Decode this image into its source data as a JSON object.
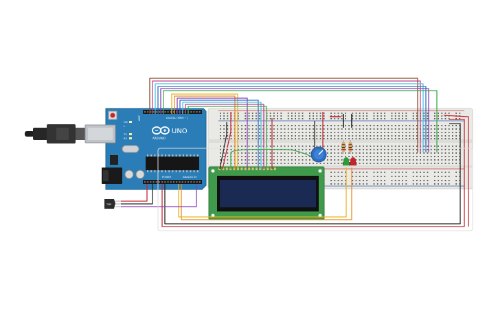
{
  "arduino": {
    "logo_text": "UNO",
    "brand_text": "ARDUINO",
    "digital_header_label": "DIGITAL (PWM ~)",
    "power_label": "POWER",
    "analog_label": "ANALOG IN",
    "on_label": "ON",
    "tx_label": "TX",
    "rx_label": "RX",
    "l_label": "L",
    "aref_label": "AREF"
  },
  "sensor": {
    "label": "TMP"
  },
  "colors": {
    "board": "#2a7db6",
    "board_edge": "#1d5f8d",
    "breadboard": "#e9e9e6",
    "lcd_pcb": "#3f9a4b",
    "lcd_screen": "#1b2a52",
    "wire_red": "#c4262e",
    "wire_black": "#222222",
    "wire_yellow": "#e8b21f",
    "wire_orange": "#ea8a1b",
    "wire_green": "#3aa84a",
    "wire_cyan": "#4cc3d9",
    "wire_blue": "#2d6fcc",
    "wire_purple": "#8a3fb0",
    "wire_pink": "#c23e8f",
    "wire_brown": "#8a4a26",
    "led_green": "#2f9a3a",
    "led_red": "#c0262b",
    "potentiometer": "#2f6fc1"
  }
}
